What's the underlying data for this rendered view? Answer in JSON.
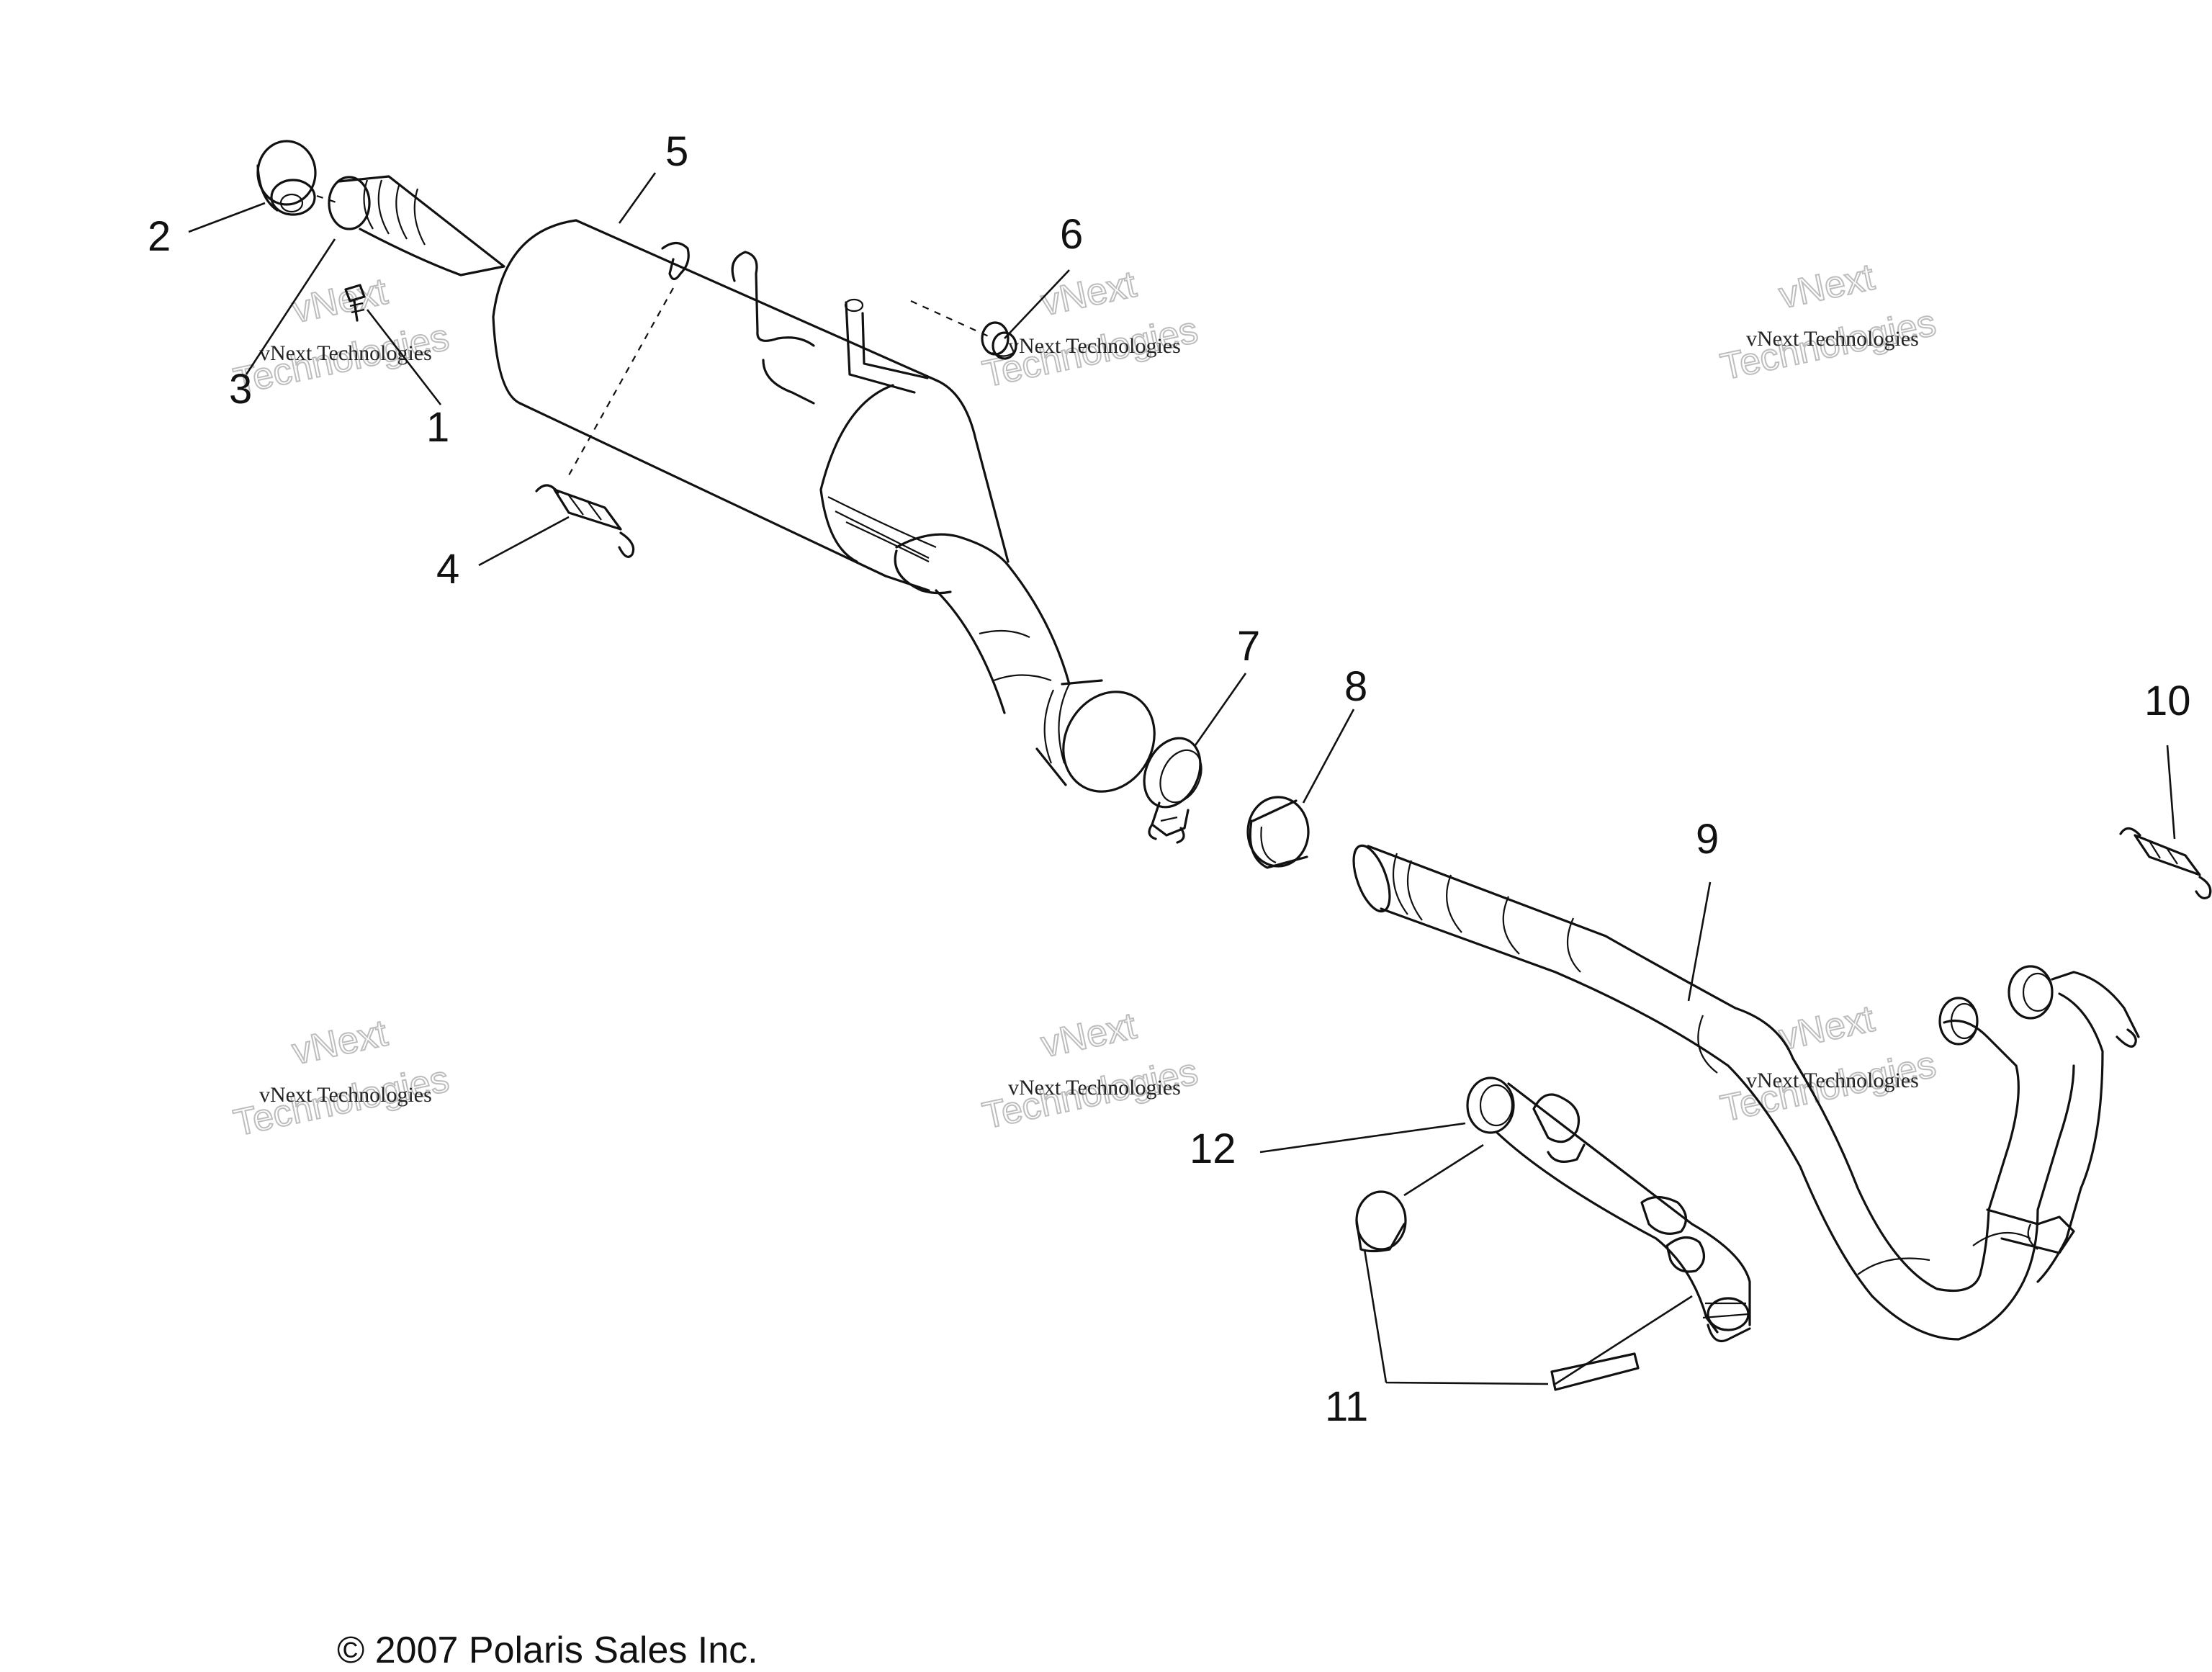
{
  "diagram": {
    "callouts": [
      "1",
      "2",
      "3",
      "4",
      "5",
      "6",
      "7",
      "8",
      "9",
      "10",
      "11",
      "12"
    ],
    "watermark": {
      "line1": "vNext Technologies",
      "line2": "Technologies",
      "line3": "vNext"
    },
    "copyright": "© 2007 Polaris Sales Inc."
  }
}
